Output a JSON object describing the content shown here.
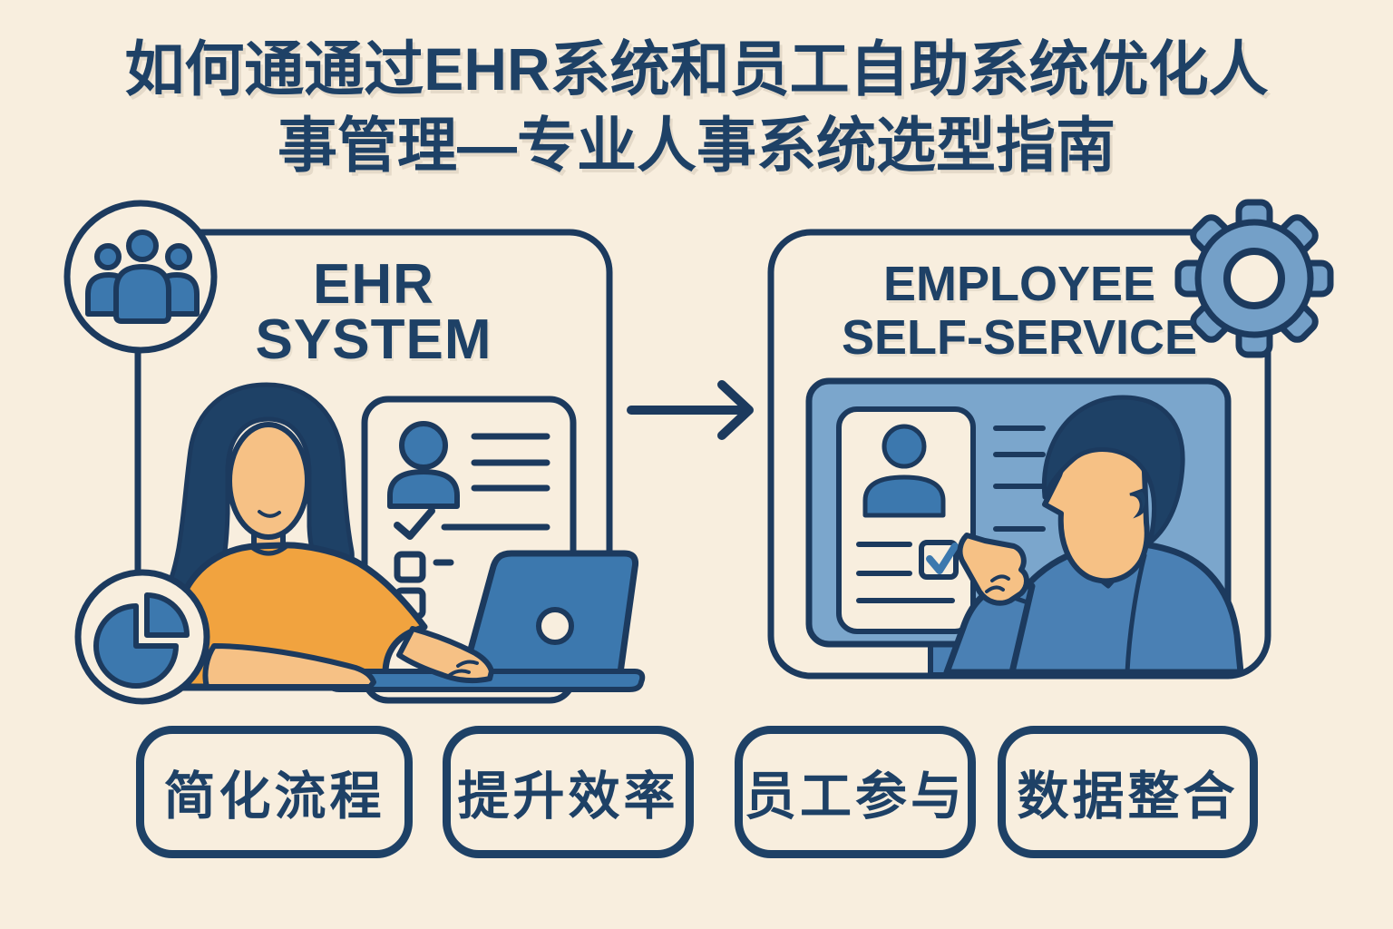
{
  "title": {
    "line1": "如何通通过EHR系统和员工自助系统优化人",
    "line2": "事管理—专业人事系统选型指南"
  },
  "panels": {
    "left": {
      "line1": "EHR",
      "line2": "SYSTEM"
    },
    "right": {
      "line1": "EMPLOYEE",
      "line2": "SELF-SERVICE"
    }
  },
  "benefits": [
    {
      "label": "简化流程"
    },
    {
      "label": "提升效率"
    },
    {
      "label": "员工参与"
    },
    {
      "label": "数据整合"
    }
  ],
  "icons": {
    "team": "team-icon",
    "pie": "pie-chart-icon",
    "gear": "gear-icon",
    "arrow": "arrow-right-icon"
  },
  "colors": {
    "background": "#f8eede",
    "ink": "#1e4166",
    "outline": "#1c3a5e",
    "blue": "#3c78ae",
    "blue-mid": "#4a80b4",
    "blue-light": "#7ba6cc",
    "blue-soft": "#74a0c8",
    "orange": "#f1a33f",
    "skin": "#f6c185"
  }
}
